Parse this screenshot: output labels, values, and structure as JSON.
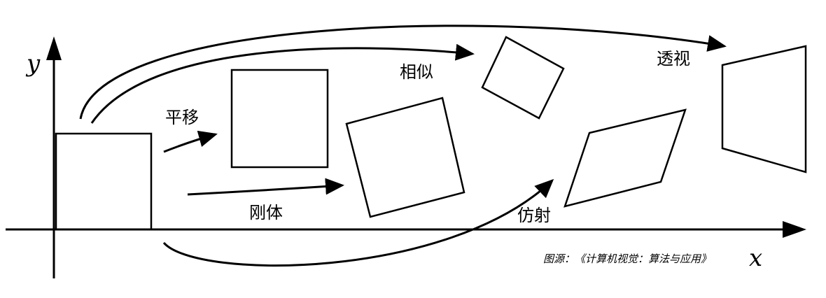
{
  "axes": {
    "x_label": "x",
    "y_label": "y"
  },
  "labels": {
    "translation": "平移",
    "rigid": "刚体",
    "similarity": "相似",
    "affine": "仿射",
    "perspective": "透视"
  },
  "caption": "图源：《计算机视觉：算法与应用》",
  "colors": {
    "stroke": "#000000",
    "background": "#ffffff"
  }
}
